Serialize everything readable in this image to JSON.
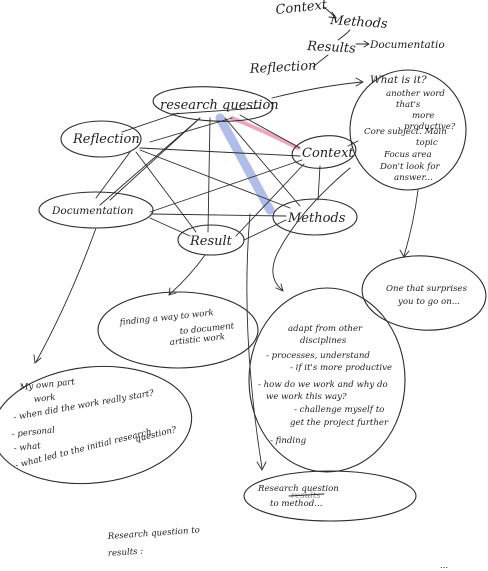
{
  "top_notes": {
    "context": "Context",
    "methods": "Methods",
    "results": "Results",
    "documentation": "Documentatio",
    "reflection": "Reflection"
  },
  "nodes": {
    "research_question": "research question",
    "reflection": "Reflection",
    "context": "Context",
    "documentation": "Documentation",
    "result": "Result",
    "methods": "Methods"
  },
  "what_is_it": [
    "What is it?",
    "another word",
    "that's",
    "more",
    "productive?",
    "Core subject. Main",
    "topic",
    "Focus area",
    "Don't look for",
    "answer..."
  ],
  "one_that_surprises": [
    "One that surprises",
    "you to go on..."
  ],
  "finding_a_way": [
    "finding a way to work",
    "to document",
    "artistic work"
  ],
  "adapt_from_other": [
    "adapt from other",
    "disciplines",
    "- processes, understand",
    "- if it's more productive",
    "- how do we work and why do",
    "we work this way?",
    "- challenge myself to",
    "get the project further",
    "- finding"
  ],
  "my_own_part": [
    "My own part",
    "work",
    "- when did the work really start?",
    "- personal",
    "- what",
    "- what led to the initial research",
    "question?"
  ],
  "rq_method": [
    "Research question",
    "to method..."
  ],
  "rq_method_struck": "results",
  "bottom_note": [
    "Research question to",
    "results :"
  ],
  "corner_mark": "..."
}
